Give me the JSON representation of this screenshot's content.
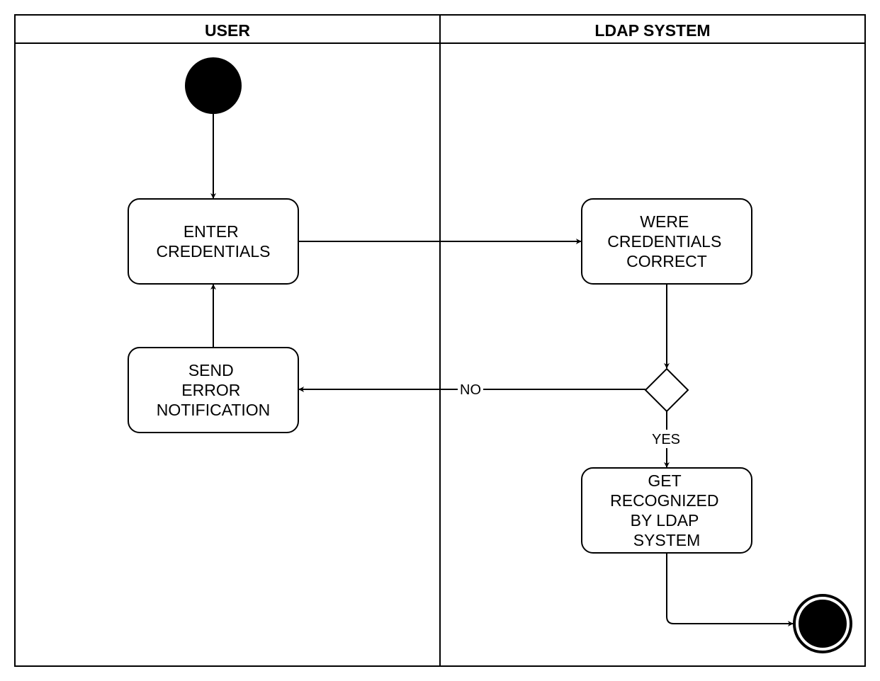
{
  "lanes": {
    "user": {
      "title": "USER"
    },
    "ldap": {
      "title": "LDAP SYSTEM"
    }
  },
  "nodes": {
    "enter_credentials": {
      "lines": [
        "ENTER",
        "CREDENTIALS"
      ]
    },
    "were_credentials_correct": {
      "lines": [
        "WERE",
        "CREDENTIALS",
        "CORRECT"
      ]
    },
    "send_error_notification": {
      "lines": [
        "SEND",
        "ERROR",
        "NOTIFICATION"
      ]
    },
    "get_recognized": {
      "lines": [
        "GET",
        "RECOGNIZED",
        "BY LDAP",
        "SYSTEM"
      ]
    }
  },
  "edges": {
    "no_label": "NO",
    "yes_label": "YES"
  },
  "colors": {
    "stroke": "#000000",
    "fill": "#ffffff",
    "node_fill": "#000000"
  }
}
